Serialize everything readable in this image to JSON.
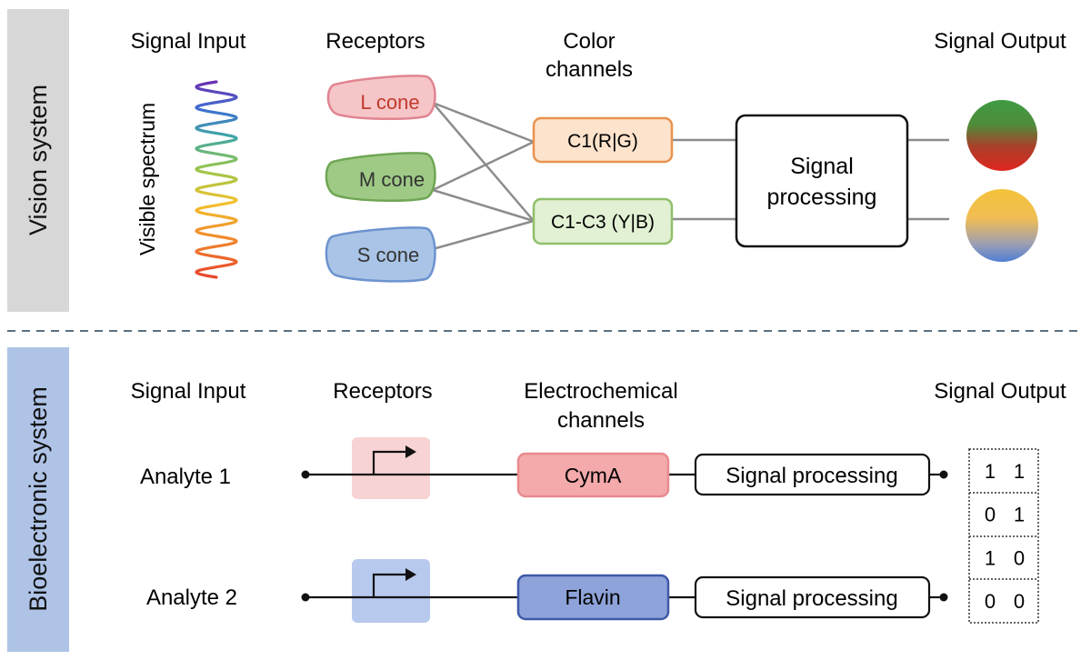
{
  "vision": {
    "side_label": "Vision system",
    "side_color": "#d7d7d7",
    "headers": {
      "signal_input": "Signal Input",
      "receptors": "Receptors",
      "color_channels_1": "Color",
      "color_channels_2": "channels",
      "signal_output": "Signal Output"
    },
    "spectrum_label": "Visible spectrum",
    "cones": {
      "l": "L cone",
      "m": "M cone",
      "s": "S cone"
    },
    "channels": {
      "c1": "C1(R|G)",
      "c3": "C1-C3 (Y|B)"
    },
    "processing_1": "Signal",
    "processing_2": "processing",
    "colors": {
      "l_fill": "#f6c5c8",
      "l_stroke": "#e08590",
      "l_text": "#c0392b",
      "m_fill": "#9fca86",
      "m_stroke": "#6fa654",
      "s_fill": "#a9c4e6",
      "s_stroke": "#6d93cf",
      "c1_fill": "#fde3cc",
      "c1_stroke": "#e8934f",
      "c3_fill": "#e2f0d3",
      "c3_stroke": "#8fbf6a"
    }
  },
  "bio": {
    "side_label": "Bioelectronic system",
    "side_color": "#aec3e6",
    "headers": {
      "signal_input": "Signal Input",
      "receptors": "Receptors",
      "channels_1": "Electrochemical",
      "channels_2": "channels",
      "signal_output": "Signal Output"
    },
    "analyte_1": "Analyte 1",
    "analyte_2": "Analyte 2",
    "channel_1": "CymA",
    "channel_2": "Flavin",
    "processing_1": "Signal processing",
    "processing_2": "Signal processing",
    "output_rows": [
      [
        "1",
        "1"
      ],
      [
        "0",
        "1"
      ],
      [
        "1",
        "0"
      ],
      [
        "0",
        "0"
      ]
    ],
    "colors": {
      "promoter_1": "#f8d3d3",
      "promoter_2": "#b8c9ee",
      "cyma_fill": "#f4a9ab",
      "cyma_stroke": "#e88a8f",
      "flavin_fill": "#8ea3d9",
      "flavin_stroke": "#3e5aa8"
    }
  }
}
